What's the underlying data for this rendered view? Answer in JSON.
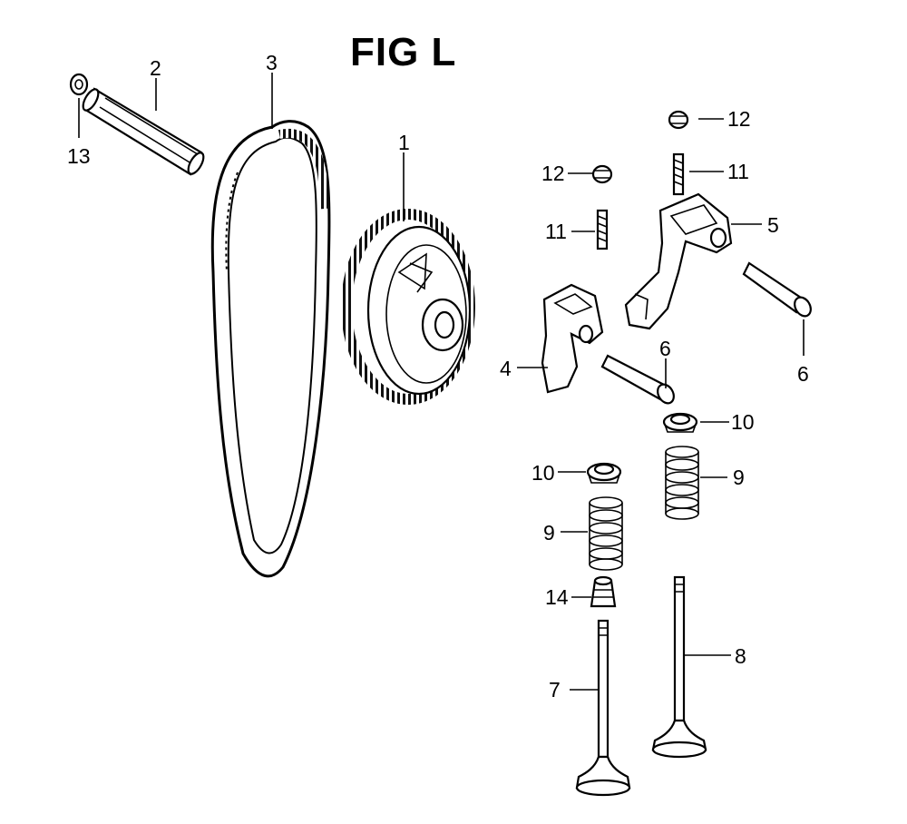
{
  "figure": {
    "title": "FIG L"
  },
  "callouts": [
    {
      "id": "c1",
      "text": "1"
    },
    {
      "id": "c2",
      "text": "2"
    },
    {
      "id": "c3",
      "text": "3"
    },
    {
      "id": "c4",
      "text": "4"
    },
    {
      "id": "c5",
      "text": "5"
    },
    {
      "id": "c6a",
      "text": "6"
    },
    {
      "id": "c6b",
      "text": "6"
    },
    {
      "id": "c7",
      "text": "7"
    },
    {
      "id": "c8",
      "text": "8"
    },
    {
      "id": "c9a",
      "text": "9"
    },
    {
      "id": "c9b",
      "text": "9"
    },
    {
      "id": "c10a",
      "text": "10"
    },
    {
      "id": "c10b",
      "text": "10"
    },
    {
      "id": "c11a",
      "text": "11"
    },
    {
      "id": "c11b",
      "text": "11"
    },
    {
      "id": "c12a",
      "text": "12"
    },
    {
      "id": "c12b",
      "text": "12"
    },
    {
      "id": "c13",
      "text": "13"
    },
    {
      "id": "c14",
      "text": "14"
    }
  ]
}
